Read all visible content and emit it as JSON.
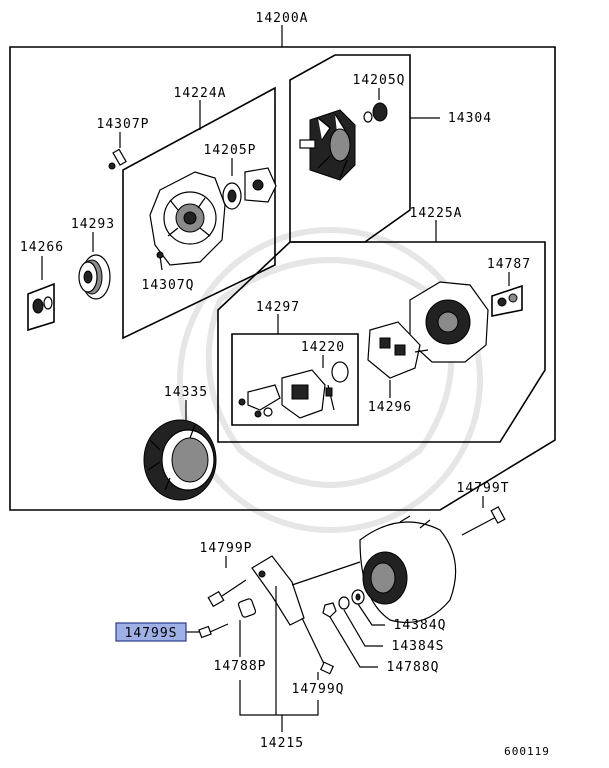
{
  "labels": {
    "assembly": "14200A",
    "rear_bracket": "14224A",
    "screw_top": "14307P",
    "bearing_rear": "14205P",
    "rotor_bearing": "14205Q",
    "rotor": "14304",
    "pulley": "14293",
    "nut_washer": "14266",
    "screw_bottom": "14307Q",
    "front_group": "14225A",
    "terminal_set": "14787",
    "regulator_group": "14297",
    "brush": "14220",
    "rectifier": "14296",
    "stator": "14335",
    "bolt_t": "14799T",
    "bolt_p": "14799P",
    "bolt_s": "14799S",
    "nut_q": "14384Q",
    "nut_s": "14384S",
    "nut_788q": "14788Q",
    "bushing": "14788P",
    "bolt_q": "14799Q",
    "bracket": "14215",
    "diagram_code": "600119"
  },
  "highlighted_part": "14799S",
  "colors": {
    "highlight_fill": "#9fb0e6",
    "highlight_border": "#2b3c8c"
  }
}
